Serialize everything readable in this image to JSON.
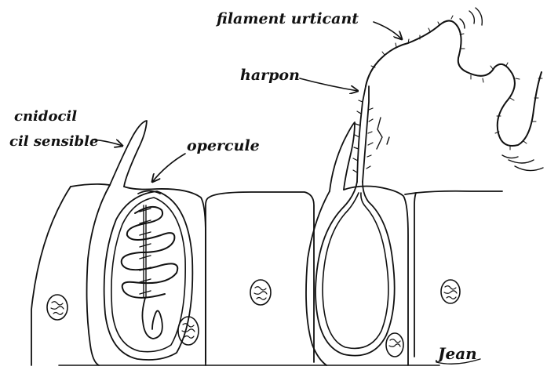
{
  "labels": {
    "filament": "filament urticant",
    "harpon": "harpon",
    "cnidocil": "cnidocil",
    "cil_sensible": "cil sensible",
    "opercule": "opercule",
    "signature": "Jean"
  },
  "colors": {
    "ink": "#111111",
    "paper": "#ffffff"
  }
}
